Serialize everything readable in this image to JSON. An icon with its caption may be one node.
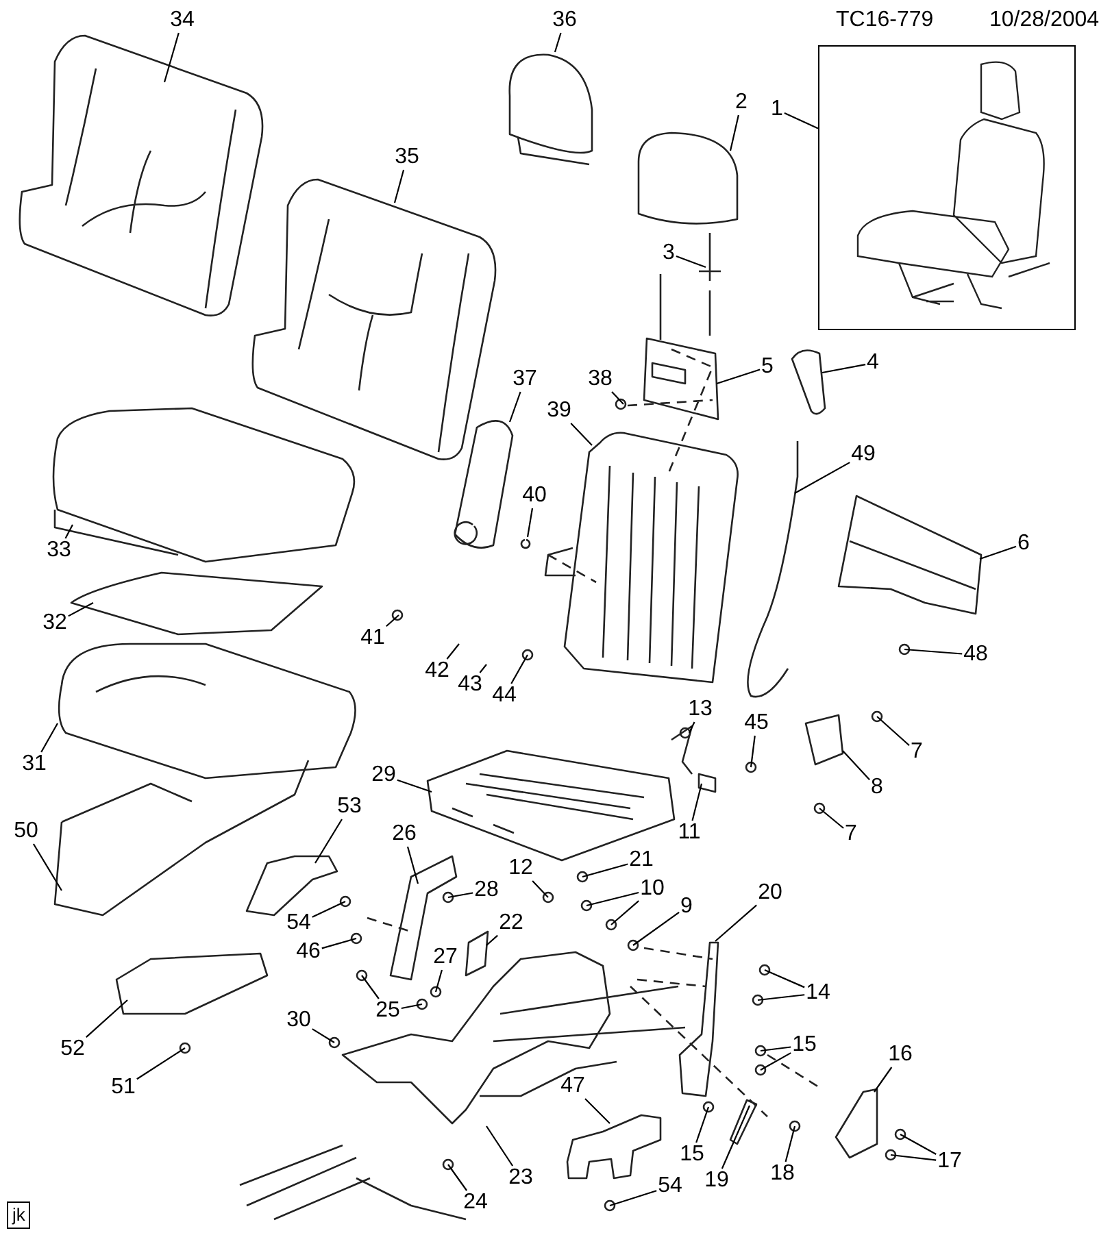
{
  "diagram": {
    "nodes": [
      {
        "text": [
          "34"
        ]
      },
      {
        "text": [
          "36"
        ]
      },
      {
        "text": [
          "35"
        ]
      },
      {
        "text": [
          "2"
        ]
      },
      {
        "text": [
          "1"
        ]
      },
      {
        "text": [],
        "shape": "picture"
      },
      {
        "text": [
          "3"
        ]
      },
      {
        "text": [
          "4"
        ]
      },
      {
        "text": [
          "5"
        ]
      },
      {
        "text": [
          "38"
        ]
      },
      {
        "text": [
          "39"
        ]
      },
      {
        "text": [
          "37"
        ]
      },
      {
        "text": [
          "49"
        ]
      },
      {
        "text": [
          "40"
        ]
      },
      {
        "text": [
          "6"
        ]
      },
      {
        "text": [
          "33"
        ]
      },
      {
        "text": [
          "32"
        ]
      },
      {
        "text": [
          "41"
        ]
      },
      {
        "text": [
          "42"
        ]
      },
      {
        "text": [
          "43"
        ]
      },
      {
        "text": [
          "44"
        ]
      },
      {
        "text": [
          "48"
        ]
      },
      {
        "text": [
          "31"
        ]
      },
      {
        "text": [
          "13"
        ]
      },
      {
        "text": [
          "45"
        ]
      },
      {
        "text": [
          "7"
        ]
      },
      {
        "text": [
          "8"
        ]
      },
      {
        "text": [
          "7"
        ]
      },
      {
        "text": [
          "11"
        ]
      },
      {
        "text": [
          "29"
        ]
      },
      {
        "text": [
          "53"
        ]
      },
      {
        "text": [
          "50"
        ]
      },
      {
        "text": [
          "21"
        ]
      },
      {
        "text": [
          "12"
        ]
      },
      {
        "text": [
          "26"
        ]
      },
      {
        "text": [
          "28"
        ]
      },
      {
        "text": [
          "10"
        ]
      },
      {
        "text": [
          "9"
        ]
      },
      {
        "text": [
          "20"
        ]
      },
      {
        "text": [
          "54"
        ]
      },
      {
        "text": [
          "22"
        ]
      },
      {
        "text": [
          "27"
        ]
      },
      {
        "text": [
          "46"
        ]
      },
      {
        "text": [
          "14"
        ]
      },
      {
        "text": [
          "25"
        ]
      },
      {
        "text": [
          "30"
        ]
      },
      {
        "text": [
          "52"
        ]
      },
      {
        "text": [
          "15"
        ]
      },
      {
        "text": [
          "15"
        ]
      },
      {
        "text": [
          "16"
        ]
      },
      {
        "text": [
          "47"
        ]
      },
      {
        "text": [
          "51"
        ]
      },
      {
        "text": [
          "19"
        ]
      },
      {
        "text": [
          "18"
        ]
      },
      {
        "text": [
          "17"
        ]
      },
      {
        "text": [
          "23"
        ]
      },
      {
        "text": [
          "24"
        ]
      },
      {
        "text": [
          "54"
        ]
      }
    ],
    "edges": [
      {
        "from": 0,
        "to": null,
        "arrow": "none"
      },
      {
        "from": 1,
        "to": null,
        "arrow": "none"
      },
      {
        "from": 2,
        "to": null,
        "arrow": "none"
      },
      {
        "from": 3,
        "to": null,
        "arrow": "none"
      },
      {
        "from": 4,
        "to": 5,
        "arrow": "none"
      },
      {
        "from": 6,
        "to": null,
        "arrow": "none"
      },
      {
        "from": 7,
        "to": null,
        "arrow": "none"
      },
      {
        "from": 8,
        "to": null,
        "arrow": "none"
      },
      {
        "from": 9,
        "to": null,
        "arrow": "none"
      },
      {
        "from": 10,
        "to": null,
        "arrow": "none"
      },
      {
        "from": 11,
        "to": null,
        "arrow": "none"
      },
      {
        "from": 12,
        "to": null,
        "arrow": "none"
      },
      {
        "from": 13,
        "to": null,
        "arrow": "none"
      },
      {
        "from": 14,
        "to": null,
        "arrow": "none"
      },
      {
        "from": 15,
        "to": null,
        "arrow": "none"
      },
      {
        "from": 16,
        "to": null,
        "arrow": "none"
      },
      {
        "from": 17,
        "to": null,
        "arrow": "none"
      },
      {
        "from": 18,
        "to": null,
        "arrow": "none"
      },
      {
        "from": 19,
        "to": null,
        "arrow": "none"
      },
      {
        "from": 20,
        "to": null,
        "arrow": "none"
      },
      {
        "from": 21,
        "to": null,
        "arrow": "none"
      },
      {
        "from": 22,
        "to": null,
        "arrow": "none"
      },
      {
        "from": 23,
        "to": null,
        "arrow": "none"
      },
      {
        "from": 24,
        "to": null,
        "arrow": "none"
      },
      {
        "from": 25,
        "to": null,
        "arrow": "none"
      },
      {
        "from": 26,
        "to": null,
        "arrow": "none"
      },
      {
        "from": 27,
        "to": null,
        "arrow": "none"
      },
      {
        "from": 28,
        "to": null,
        "arrow": "none"
      },
      {
        "from": 29,
        "to": null,
        "arrow": "none"
      },
      {
        "from": 30,
        "to": null,
        "arrow": "none"
      },
      {
        "from": 31,
        "to": null,
        "arrow": "none"
      },
      {
        "from": 32,
        "to": null,
        "arrow": "none"
      },
      {
        "from": 33,
        "to": null,
        "arrow": "none"
      },
      {
        "from": 34,
        "to": null,
        "arrow": "none"
      },
      {
        "from": 35,
        "to": null,
        "arrow": "none"
      },
      {
        "from": 36,
        "to": null,
        "arrow": "none"
      },
      {
        "from": 36,
        "to": null,
        "arrow": "none"
      },
      {
        "from": 37,
        "to": null,
        "arrow": "none"
      },
      {
        "from": 38,
        "to": null,
        "arrow": "none"
      },
      {
        "from": 39,
        "to": null,
        "arrow": "none"
      },
      {
        "from": 40,
        "to": null,
        "arrow": "none"
      },
      {
        "from": 41,
        "to": null,
        "arrow": "none"
      },
      {
        "from": 42,
        "to": null,
        "arrow": "none"
      },
      {
        "from": 43,
        "to": null,
        "arrow": "none"
      },
      {
        "from": 43,
        "to": null,
        "arrow": "none"
      },
      {
        "from": 44,
        "to": null,
        "arrow": "none"
      },
      {
        "from": 44,
        "to": null,
        "arrow": "none"
      },
      {
        "from": 45,
        "to": null,
        "arrow": "none"
      },
      {
        "from": 46,
        "to": null,
        "arrow": "none"
      },
      {
        "from": 47,
        "to": null,
        "arrow": "none"
      },
      {
        "from": 47,
        "to": null,
        "arrow": "none"
      },
      {
        "from": 48,
        "to": null,
        "arrow": "none"
      },
      {
        "from": 49,
        "to": null,
        "arrow": "none"
      },
      {
        "from": 50,
        "to": null,
        "arrow": "none"
      },
      {
        "from": 51,
        "to": null,
        "arrow": "none"
      },
      {
        "from": 52,
        "to": null,
        "arrow": "none"
      },
      {
        "from": 53,
        "to": null,
        "arrow": "none"
      },
      {
        "from": 54,
        "to": null,
        "arrow": "none"
      },
      {
        "from": 54,
        "to": null,
        "arrow": "none"
      },
      {
        "from": 55,
        "to": null,
        "arrow": "none"
      },
      {
        "from": 56,
        "to": null,
        "arrow": "none"
      },
      {
        "from": 57,
        "to": null,
        "arrow": "none"
      }
    ],
    "labels": [
      "TC16-779",
      "10/28/2004",
      "jk"
    ]
  }
}
